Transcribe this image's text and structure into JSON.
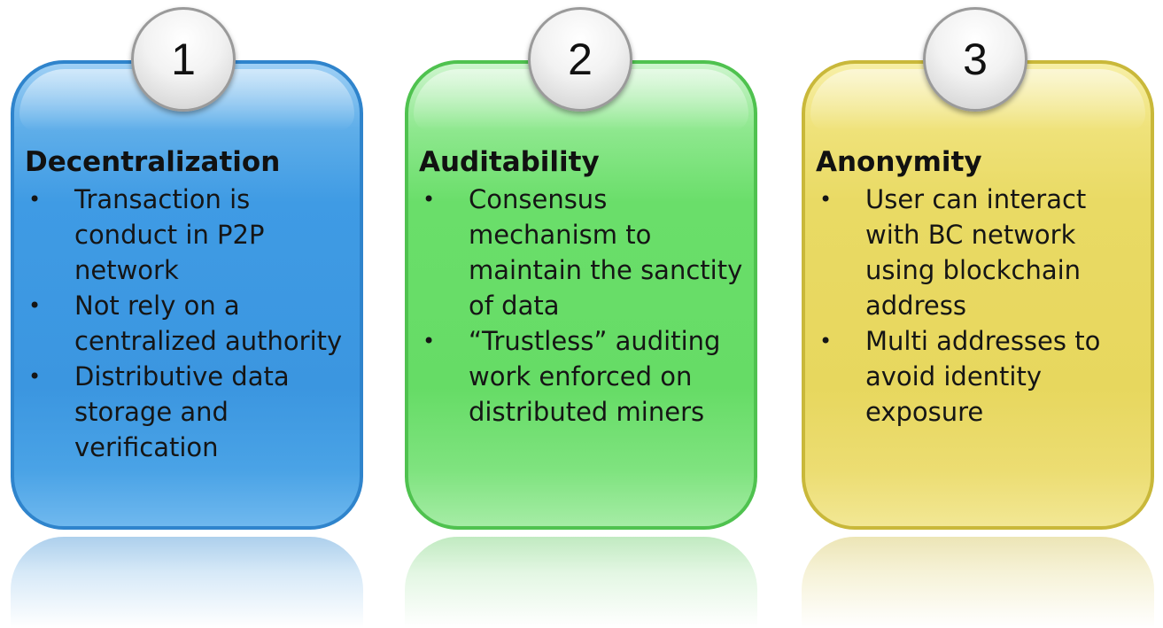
{
  "cards": [
    {
      "number": "1",
      "heading": "Decentralization",
      "bullets": [
        "Transaction is conduct in P2P network",
        "Not rely on a centralized authority",
        "Distributive data storage and verification"
      ],
      "color": "#3b96e0"
    },
    {
      "number": "2",
      "heading": "Auditability",
      "bullets": [
        "Consensus mechanism to maintain the sanctity of data",
        "“Trustless” auditing work enforced on distributed miners"
      ],
      "color": "#66dc66"
    },
    {
      "number": "3",
      "heading": "Anonymity",
      "bullets": [
        "User can interact with BC network using blockchain address",
        "Multi addresses to avoid identity exposure"
      ],
      "color": "#e7d75e"
    }
  ],
  "bullet_symbol": "•"
}
